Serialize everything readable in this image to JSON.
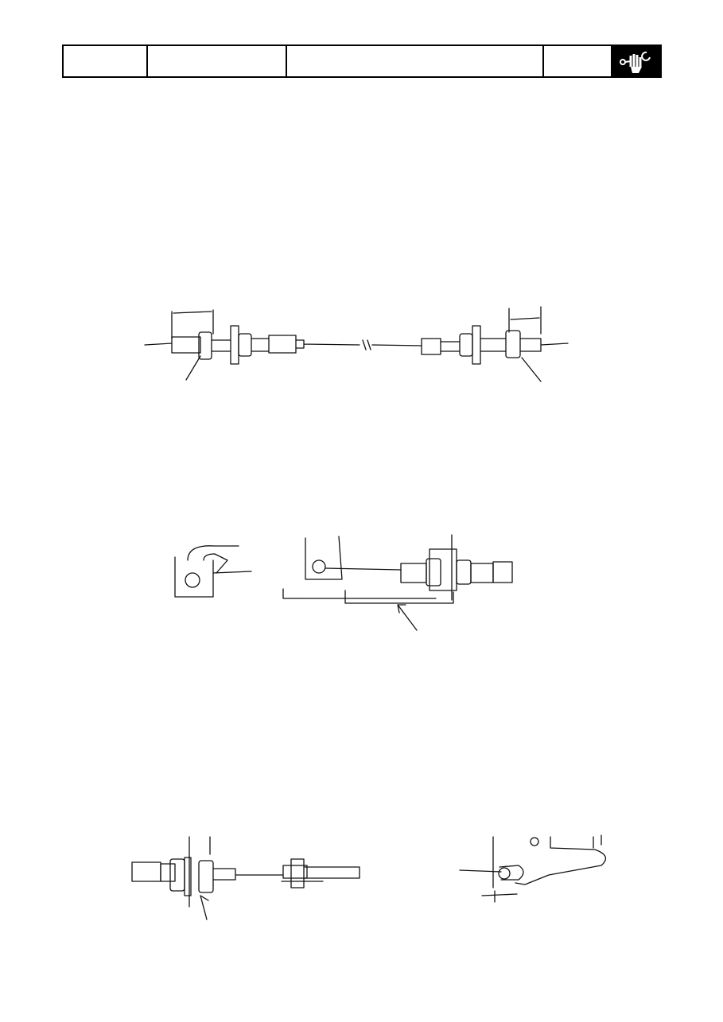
{
  "header": {
    "icon": "service-tool-icon",
    "icon_bg": "#000000"
  },
  "figures": [
    {
      "icon": "cable-adjuster-drawing"
    },
    {
      "icon": "cable-bracket-drawing"
    },
    {
      "icon": "cable-lever-drawing"
    }
  ]
}
